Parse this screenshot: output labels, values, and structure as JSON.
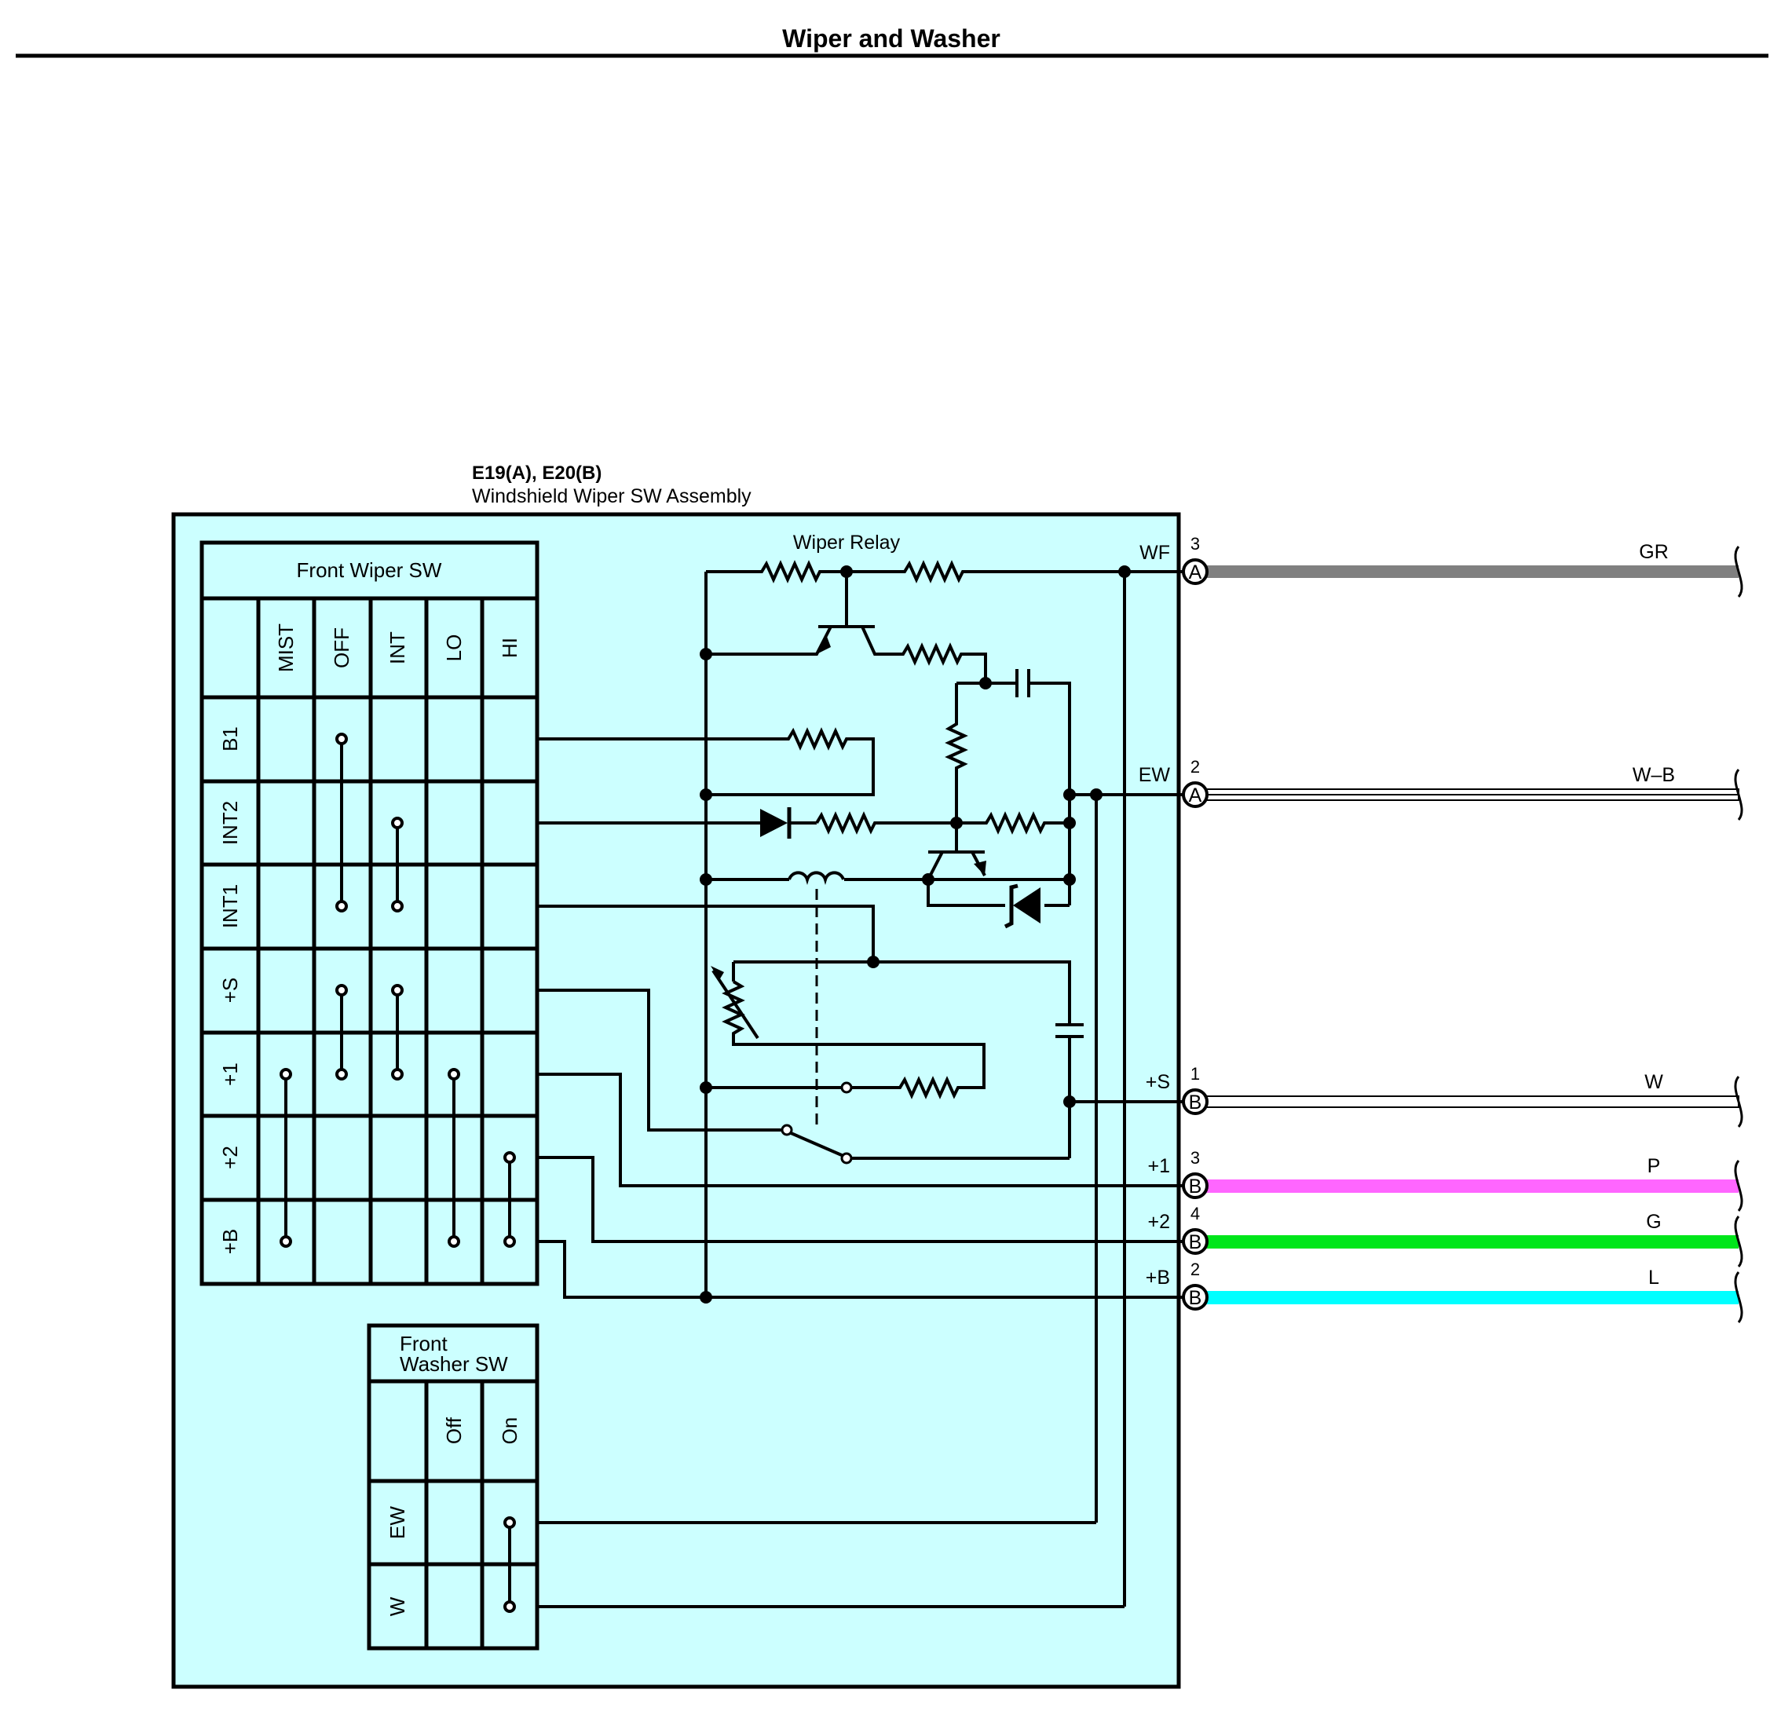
{
  "title": "Wiper and Washer",
  "connector": {
    "ids": "E19(A), E20(B)",
    "name": "Windshield Wiper SW Assembly"
  },
  "colors": {
    "box_fill": "#ccffff",
    "wire_GR": "#808080",
    "wire_P": "#ff66ff",
    "wire_G": "#00e61a",
    "wire_L": "#00ffff"
  },
  "wiper_sw": {
    "title": "Front Wiper SW",
    "positions": [
      "MIST",
      "OFF",
      "INT",
      "LO",
      "HI"
    ],
    "terminals": [
      "B1",
      "INT2",
      "INT1",
      "+S",
      "+1",
      "+2",
      "+B"
    ]
  },
  "washer_sw": {
    "title_line1": "Front",
    "title_line2": "Washer SW",
    "positions": [
      "Off",
      "On"
    ],
    "terminals": [
      "EW",
      "W"
    ]
  },
  "relay": {
    "label": "Wiper Relay"
  },
  "pins": [
    {
      "name": "WF",
      "num": "3",
      "letter": "A",
      "wire": "GR"
    },
    {
      "name": "EW",
      "num": "2",
      "letter": "A",
      "wire": "W–B"
    },
    {
      "name": "+S",
      "num": "1",
      "letter": "B",
      "wire": "W"
    },
    {
      "name": "+1",
      "num": "3",
      "letter": "B",
      "wire": "P"
    },
    {
      "name": "+2",
      "num": "4",
      "letter": "B",
      "wire": "G"
    },
    {
      "name": "+B",
      "num": "2",
      "letter": "B",
      "wire": "L"
    }
  ]
}
